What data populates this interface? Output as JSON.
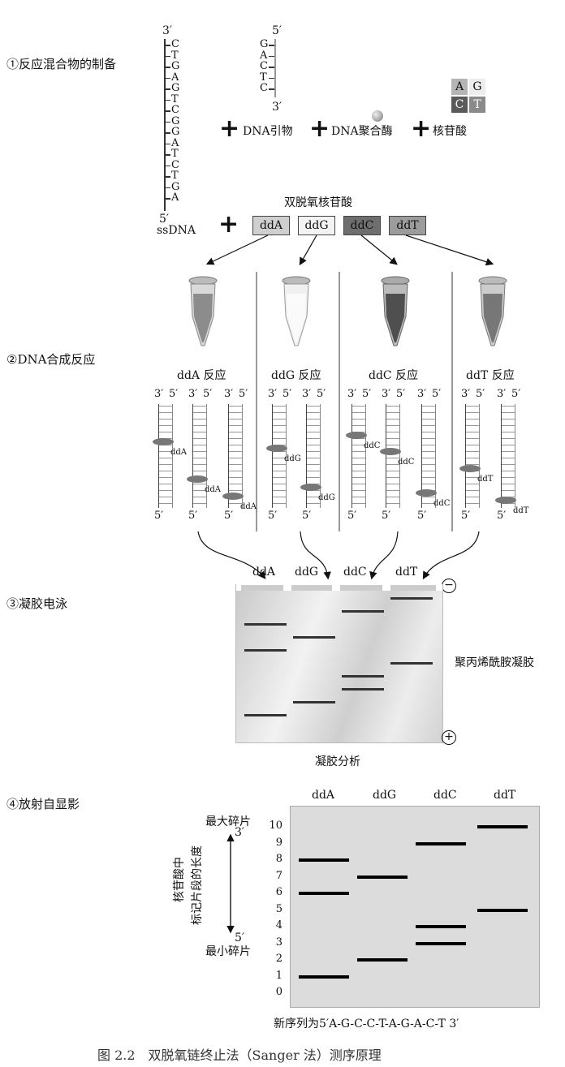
{
  "steps": {
    "s1": "①反应混合物的制备",
    "s2": "②DNA合成反应",
    "s3": "③凝胶电泳",
    "s4": "④放射自显影"
  },
  "template": {
    "top_end": "3′",
    "bottom_end": "5′",
    "name": "ssDNA",
    "bases": [
      "C",
      "T",
      "G",
      "A",
      "G",
      "T",
      "C",
      "G",
      "G",
      "A",
      "T",
      "C",
      "T",
      "G",
      "A"
    ]
  },
  "primer": {
    "top_end": "5′",
    "bottom_end": "3′",
    "bases": [
      "G",
      "A",
      "C",
      "T",
      "C"
    ]
  },
  "mixture": {
    "primer_label": "DNA引物",
    "polymerase_label": "DNA聚合酶",
    "nucleotide_label": "核苷酸",
    "nucleotide_grid": [
      "A",
      "G",
      "C",
      "T"
    ]
  },
  "ddntp": {
    "title": "双脱氧核苷酸",
    "items": [
      "ddA",
      "ddG",
      "ddC",
      "ddT"
    ],
    "colors": [
      "#cfcfcf",
      "#f3f3f3",
      "#6e6e6e",
      "#9c9c9c"
    ]
  },
  "reactions": {
    "labels": [
      "ddA 反应",
      "ddG 反应",
      "ddC 反应",
      "ddT 反应"
    ],
    "end3": "3′",
    "end5": "5′",
    "tags": [
      "ddA",
      "ddG",
      "ddC",
      "ddT"
    ]
  },
  "gel": {
    "lanes": [
      "ddA",
      "ddG",
      "ddC",
      "ddT"
    ],
    "minus": "−",
    "plus": "+",
    "side_label": "聚丙烯酰胺凝胶",
    "caption": "凝胶分析"
  },
  "autorad": {
    "lanes": [
      "ddA",
      "ddG",
      "ddC",
      "ddT"
    ],
    "max_label": "最大碎片",
    "min_label": "最小碎片",
    "end3": "3′",
    "end5": "5′",
    "axis_label_1": "核苷酸中",
    "axis_label_2": "标记片段的长度",
    "ticks": [
      "10",
      "9",
      "8",
      "7",
      "6",
      "5",
      "4",
      "3",
      "2",
      "1",
      "0"
    ],
    "bands": {
      "ddA": [
        1,
        6,
        8
      ],
      "ddG": [
        2,
        7
      ],
      "ddC": [
        3,
        4,
        9
      ],
      "ddT": [
        5,
        10
      ]
    },
    "sequence": "新序列为5′A-G-C-C-T-A-G-A-C-T 3′"
  },
  "figure_caption": "图 2.2　双脱氧链终止法（Sanger 法）测序原理"
}
